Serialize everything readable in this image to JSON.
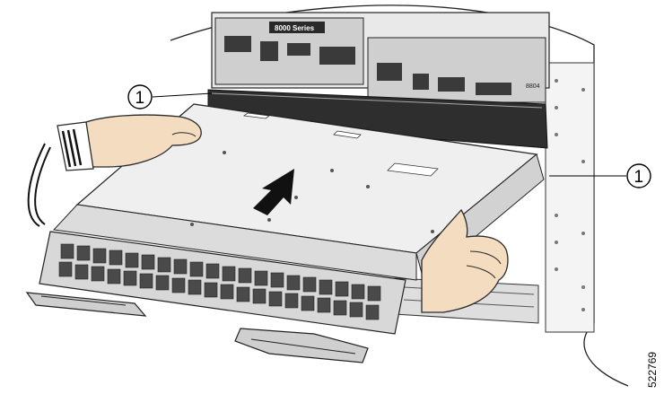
{
  "chassis": {
    "series_label": "8000 Series",
    "model_label": "8804"
  },
  "callouts": [
    {
      "id": "callout-left",
      "number": "1"
    },
    {
      "id": "callout-right",
      "number": "1"
    }
  ],
  "figure_id": "522769",
  "colors": {
    "hand": "#f3dcbf",
    "hand_outline": "#2a2a2a",
    "chassis_dark": "#3a3a3a",
    "card_top": "#eeeeee",
    "ports": "#4a4a4a",
    "arrow": "#111111"
  },
  "icons": [
    "hand-icon",
    "arrow-up-icon",
    "line-card",
    "chassis"
  ]
}
